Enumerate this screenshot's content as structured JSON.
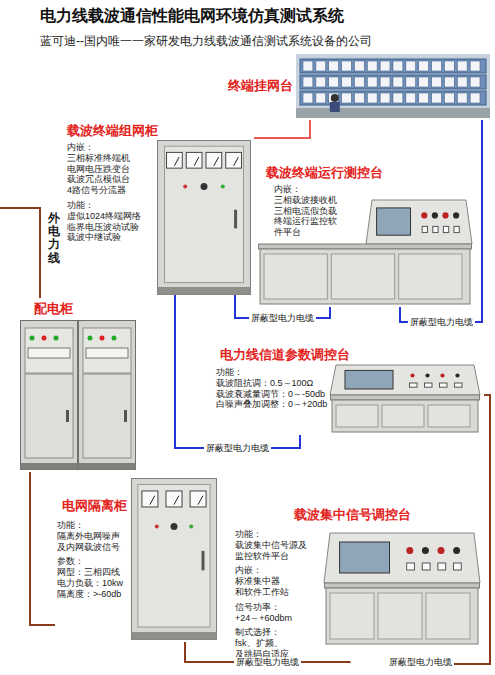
{
  "diagram": {
    "title": "电力线载波通信性能电网环境仿真测试系统",
    "nodes": [
      {
        "text": [
          "终端挂网台"
        ]
      },
      {
        "text": [
          "载波终端组网柜",
          "内嵌： 三相标准终端机 电网电压跌变台 载波冗点模似台 4路信号分流器",
          "功能： 虚似1024终端网络 临界电压波动试验 载波中继试验"
        ]
      },
      {
        "text": [
          "载波终端运行测控台",
          "内嵌： 三相载波接收机 三相电流假负载 终端运行监控软 件平台"
        ]
      },
      {
        "text": [
          "配电柜"
        ]
      },
      {
        "text": [
          "电力线信道参数调控台",
          "功能： 载波阻抗调：0.5～100Ω 载波衰减量调节：0～-50db 白噪声叠加调整：0～+20db"
        ]
      },
      {
        "text": [
          "电网隔离柜",
          "功能： 隔离外电网噪声 及内网载波信号",
          "参数： 网型：三相四线 电力负载：10kw 隔离度：>-60db"
        ]
      },
      {
        "text": [
          "载波集中信号调控台",
          "功能： 载波集中信号源及 监控软件平台",
          "内嵌： 标准集中器 和软件工作站",
          "信号功率： +24～+60dbm",
          "制式选择： fsk、扩频、 及跳码自适应"
        ]
      }
    ],
    "edges": [
      {
        "from": 1,
        "to": 0,
        "arrow": "none"
      },
      {
        "from": 1,
        "to": 2,
        "arrow": "none",
        "label": "屏蔽型电力电缆"
      },
      {
        "from": 0,
        "to": 2,
        "arrow": "none",
        "label": "屏蔽型电力电缆"
      },
      {
        "from": 1,
        "to": 4,
        "arrow": "none",
        "label": "屏蔽型电力电缆"
      },
      {
        "from": 3,
        "to": 5,
        "arrow": "none"
      },
      {
        "from": 5,
        "to": 6,
        "arrow": "none",
        "label": "屏蔽型电力电缆"
      },
      {
        "from": 4,
        "to": 6,
        "arrow": "none",
        "label": "屏蔽型电力电缆"
      }
    ],
    "labels": [
      "蓝可迪--国内唯一一家研发电力线载波通信测试系统设备的公司",
      "外电力线"
    ]
  }
}
